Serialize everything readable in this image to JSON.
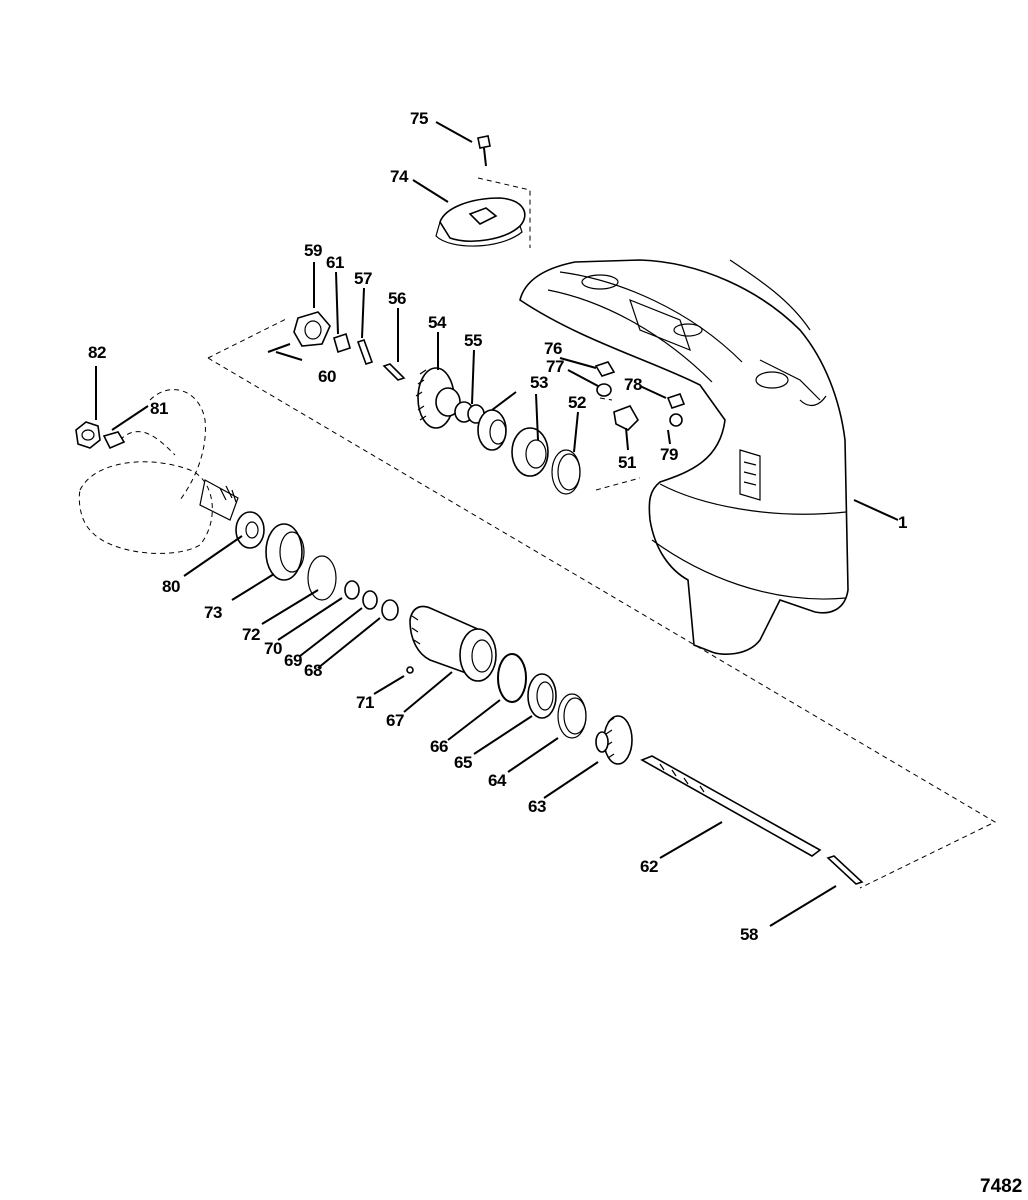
{
  "figure_number": "7482",
  "callouts": {
    "p1": "1",
    "p51": "51",
    "p52": "52",
    "p53": "53",
    "p54": "54",
    "p55": "55",
    "p56": "56",
    "p57": "57",
    "p58": "58",
    "p59": "59",
    "p60": "60",
    "p61": "61",
    "p62": "62",
    "p63": "63",
    "p64": "64",
    "p65": "65",
    "p66": "66",
    "p67": "67",
    "p68": "68",
    "p69": "69",
    "p70": "70",
    "p71": "71",
    "p72": "72",
    "p73": "73",
    "p74": "74",
    "p75": "75",
    "p76": "76",
    "p77": "77",
    "p78": "78",
    "p79": "79",
    "p80": "80",
    "p81": "81",
    "p82": "82"
  }
}
